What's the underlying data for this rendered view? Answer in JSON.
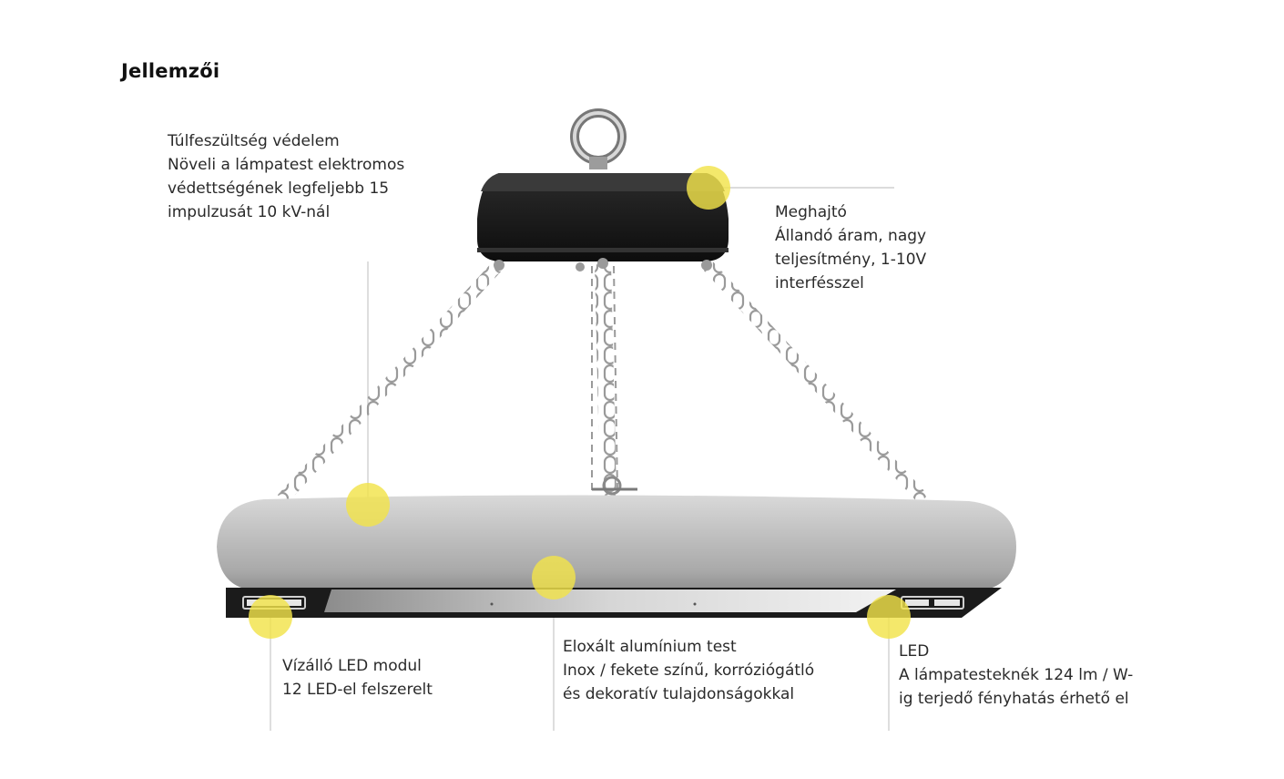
{
  "title": "Jellemzői",
  "colors": {
    "marker": "#f2e34a",
    "leader_line": "#c8c8c8",
    "housing": "#bcbcbc",
    "driver": "#1a1a1a",
    "chain": "#9a9a9a"
  },
  "callouts": {
    "overvoltage": {
      "lines": [
        "Túlfeszültség védelem",
        "Növeli a lámpatest elektromos",
        "védettségének legfeljebb 15",
        "impulzusát 10 kV-nál"
      ]
    },
    "driver": {
      "lines": [
        "Meghajtó",
        "Állandó áram, nagy",
        "teljesítmény, 1-10V",
        "interfésszel"
      ]
    },
    "module": {
      "lines": [
        "Vízálló LED modul",
        "12 LED-el felszerelt"
      ]
    },
    "housing": {
      "lines": [
        "Eloxált alumínium test",
        "Inox / fekete színű, korróziógátló",
        "és dekoratív tulajdonságokkal"
      ]
    },
    "led": {
      "lines": [
        "LED",
        "A lámpatesteknék 124 lm / W-",
        "ig terjedő fényhatás érhető el"
      ]
    }
  }
}
